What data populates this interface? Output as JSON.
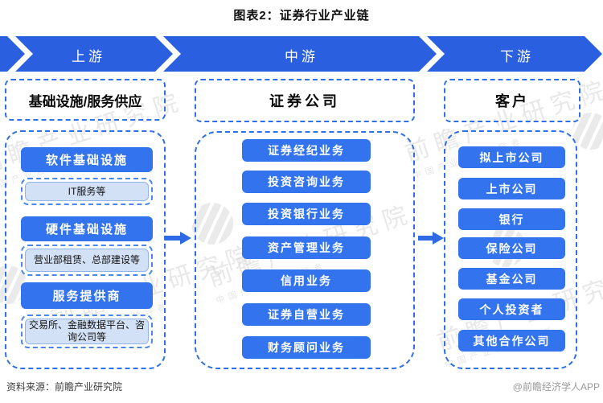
{
  "title": "图表2：证券行业产业链",
  "banner": {
    "segments": [
      {
        "label": "上游"
      },
      {
        "label": "中游"
      },
      {
        "label": "下游"
      }
    ]
  },
  "columns": [
    {
      "header": "基础设施/服务供应",
      "items": [
        {
          "label": "软件基础设施",
          "style": "solid"
        },
        {
          "label": "IT服务等",
          "style": "dashed"
        },
        {
          "label": "硬件基础设施",
          "style": "solid"
        },
        {
          "label": "营业部租赁、总部建设等",
          "style": "dashed"
        },
        {
          "label": "服务提供商",
          "style": "solid"
        },
        {
          "label": "交易所、金融数据平台、咨询公司等",
          "style": "dashed"
        }
      ]
    },
    {
      "header": "证券公司",
      "items": [
        {
          "label": "证券经纪业务",
          "style": "solid"
        },
        {
          "label": "投资咨询业务",
          "style": "solid"
        },
        {
          "label": "投资银行业务",
          "style": "solid"
        },
        {
          "label": "资产管理业务",
          "style": "solid"
        },
        {
          "label": "信用业务",
          "style": "solid"
        },
        {
          "label": "证券自营业务",
          "style": "solid"
        },
        {
          "label": "财务顾问业务",
          "style": "solid"
        }
      ]
    },
    {
      "header": "客户",
      "items": [
        {
          "label": "拟上市公司",
          "style": "solid"
        },
        {
          "label": "上市公司",
          "style": "solid"
        },
        {
          "label": "银行",
          "style": "solid"
        },
        {
          "label": "保险公司",
          "style": "solid"
        },
        {
          "label": "基金公司",
          "style": "solid"
        },
        {
          "label": "个人投资者",
          "style": "solid"
        },
        {
          "label": "其他合作公司",
          "style": "solid"
        }
      ]
    }
  ],
  "watermark": {
    "text": "前瞻产业研究院",
    "subtext": "中国产业咨询领导者"
  },
  "footer": {
    "source": "资料来源：前瞻产业研究院",
    "credit": "@前瞻经济学人APP"
  },
  "colors": {
    "banner_blue": "#2a5fdf",
    "button_blue": "#3374ee",
    "dashed_border": "#2f6fe8",
    "light_fill": "#d3e1f6",
    "arrow_blue": "#2e6ae5"
  }
}
